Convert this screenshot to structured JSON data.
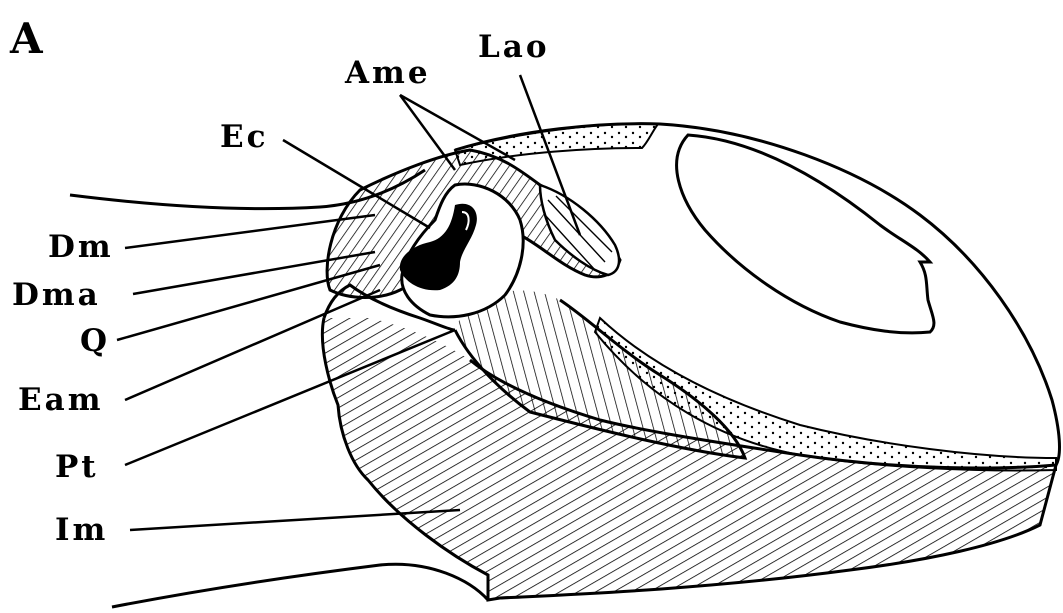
{
  "panel_label": "A",
  "labels": {
    "ame": "Ame",
    "lao": "Lao",
    "ec": "Ec",
    "dm": "Dm",
    "dma": "Dma",
    "q": "Q",
    "eam": "Eam",
    "pt": "Pt",
    "im": "Im"
  },
  "colors": {
    "ink": "#000000",
    "paper": "#ffffff"
  }
}
